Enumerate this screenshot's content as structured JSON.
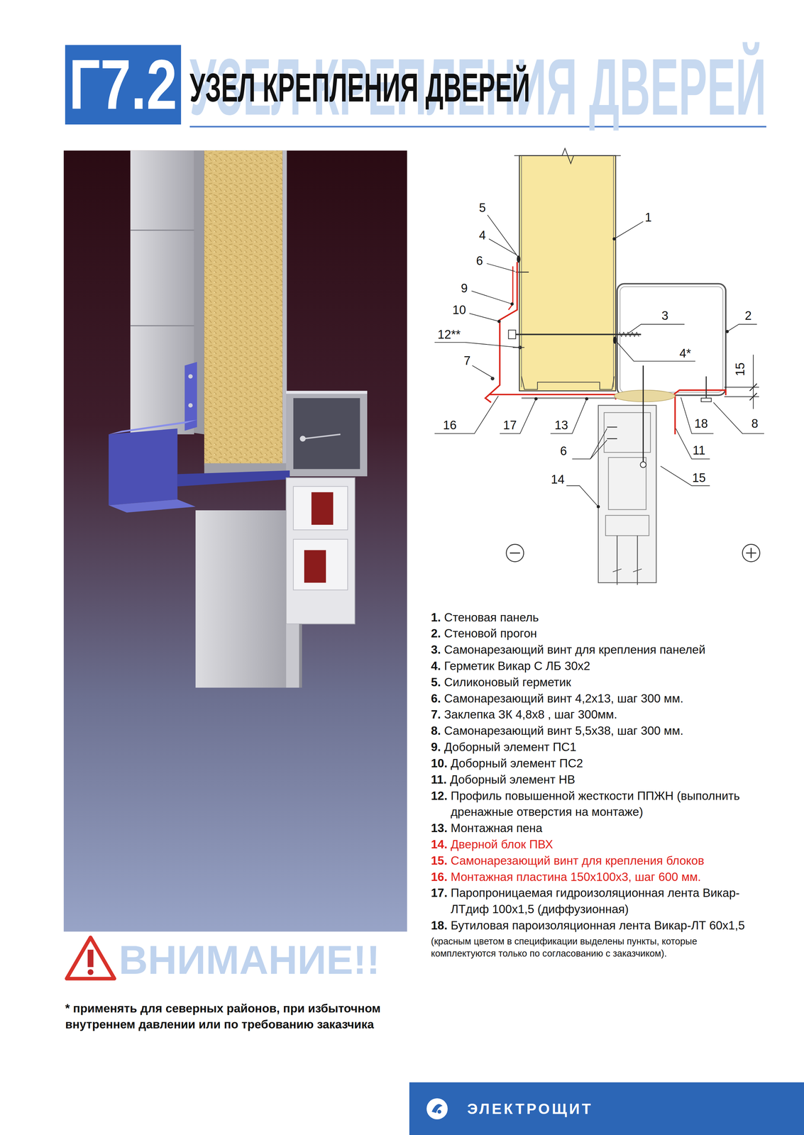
{
  "diagram": {
    "title": "УЗЕЛ КРЕПЛЕНИЯ ДВЕРЕЙ",
    "nodes": [
      {
        "text": [
          "Г7.2"
        ]
      },
      {
        "text": [
          "ЭЛЕКТРОЩИТ"
        ]
      }
    ],
    "labels": [
      "УЗЕЛ КРЕПЛЕНИЯ ДВЕРЕЙ",
      "5",
      "4",
      "6",
      "9",
      "10",
      "12**",
      "7",
      "16",
      "17",
      "13",
      "1",
      "3",
      "2",
      "4*",
      "15",
      "8",
      "18",
      "11",
      "6",
      "15",
      "14",
      "1.",
      "Стеновая панель",
      "2.",
      "Стеновой прогон",
      "3.",
      "Самонарезающий винт для крепления панелей",
      "4.",
      "Герметик Викар С ЛБ 30x2",
      "5.",
      "Силиконовый герметик",
      "6.",
      "Самонарезающий винт 4,2x13, шаг 300 мм.",
      "7.",
      "Заклепка ЗК 4,8x8 , шаг 300мм.",
      "8.",
      "Самонарезающий винт 5,5x38, шаг 300 мм.",
      "9.",
      "Доборный элемент ПС1",
      "10.",
      "Доборный элемент ПС2",
      "11.",
      "Доборный элемент НВ",
      "12.",
      "Профиль повышенной жесткости ППЖН (выполнить дренажные отверстия на монтаже)",
      "13.",
      "Монтажная пена",
      "14.",
      "Дверной блок ПВХ",
      "15.",
      "Самонарезающий винт для крепления блоков",
      "16.",
      "Монтажная пластина 150x100x3, шаг 600 мм.",
      "17.",
      "Паропроницаемая гидроизоляционная лента Викар-ЛТдиф 100x1,5 (диффузионная)",
      "18.",
      "Бутиловая пароизоляционная лента Викар-ЛТ 60x1,5",
      "(красным цветом в спецификации выделены пункты, которые комплектуются только по согласованию с заказчиком).",
      "ВНИМАНИЕ!!",
      "* применять для северных районов, при избыточном внутреннем давлении или по требованию заказчика"
    ]
  }
}
